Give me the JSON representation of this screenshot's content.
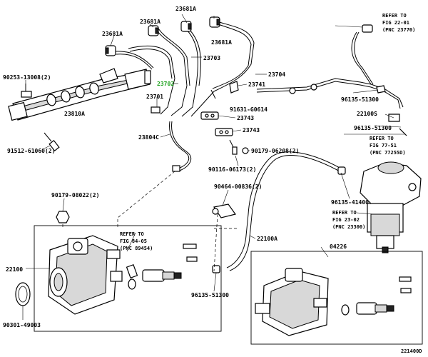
{
  "labels": {
    "p23681a_top": "23681A",
    "p23681a_left": "23681A",
    "p23681a_mid": "23681A",
    "p23681a_right": "23681A",
    "p90253": "90253-13008(2)",
    "p23703": "23703",
    "p23704": "23704",
    "p23702": "23702",
    "p23741": "23741",
    "p23701": "23701",
    "p23810a": "23810A",
    "p91631": "91631-G0614",
    "p23743a": "23743",
    "p23743b": "23743",
    "p23804c": "23804C",
    "p91512": "91512-61060(2)",
    "p90179_a": "90179-06208(2)",
    "p90116": "90116-06173(2)",
    "p90179_b": "90179-08022(2)",
    "p90464": "90464-00836(2)",
    "p22100a": "22100A",
    "p22100": "22100",
    "p96135_a": "96135-51300",
    "p96135_b": "96135-51300",
    "p96135_c": "96135-51300",
    "p96135_d": "96135-41400",
    "p22100s": "22100S",
    "p04226": "04226",
    "p90301": "90301-49003",
    "fig_id": "221400D"
  },
  "refs": {
    "r1_l1": "REFER TO",
    "r1_l2": "FIG 22-01",
    "r1_l3": "(PNC 23770)",
    "r2_l1": "REFER TO",
    "r2_l2": "FIG 77-51",
    "r2_l3": "(PNC 77255D)",
    "r3_l1": "REFER TO",
    "r3_l2": "FIG 23-02",
    "r3_l3": "(PNC 23300)",
    "r4_l1": "REFER TO",
    "r4_l2": "FIG 84-05",
    "r4_l3": "(PNC 89454)"
  },
  "colors": {
    "highlight": "#1aa01a",
    "ink": "#000000"
  }
}
